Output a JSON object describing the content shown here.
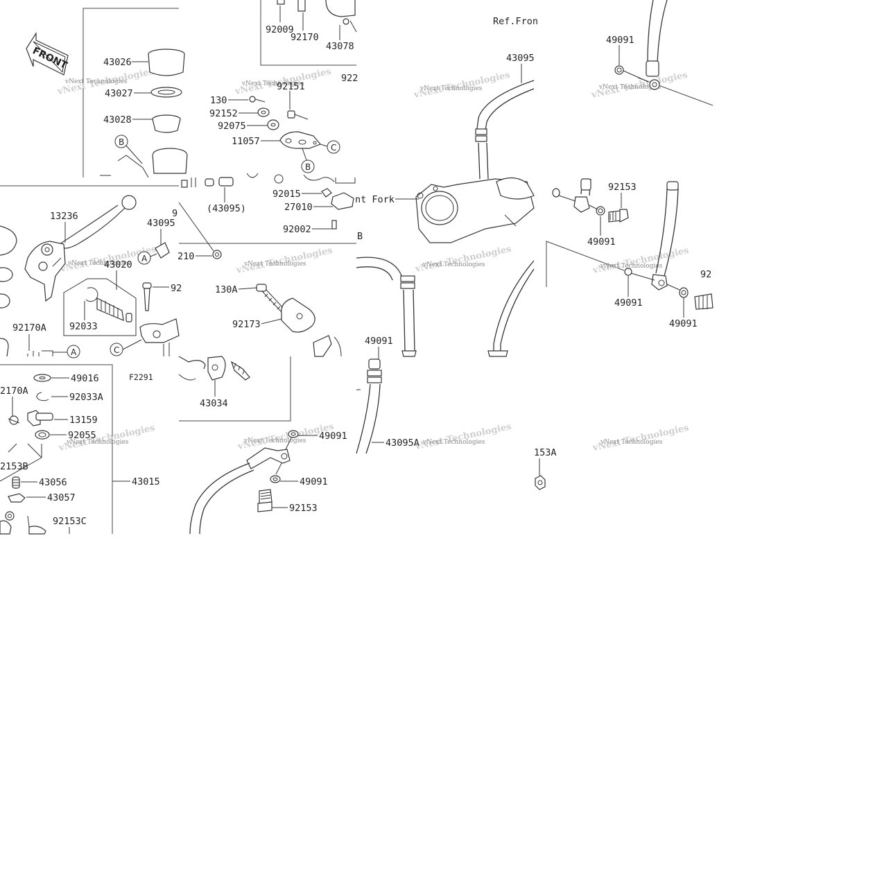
{
  "figure_code": "F2291",
  "front_badge": "FRONT",
  "references": {
    "ref_front_fork_top": "Ref.Fron",
    "ref_front_fork_mid": "nt Fork"
  },
  "watermark": "vNext Technologies",
  "callouts": {
    "a": "A",
    "b": "B",
    "c": "C"
  },
  "parts": {
    "p43026": "43026",
    "p43027": "43027",
    "p43028": "43028",
    "p13236": "13236",
    "p43095_left": "43095",
    "p43020": "43020",
    "p92033": "92033",
    "p92_cut": "92",
    "p92170A": "92170A",
    "p49016": "49016",
    "p2170A": "2170A",
    "p92033A": "92033A",
    "p13159": "13159",
    "p92055": "92055",
    "p2153B": "2153B",
    "p43056": "43056",
    "p43057": "43057",
    "p43015": "43015",
    "p92153C": "92153C",
    "p92009": "92009",
    "p92170": "92170",
    "p43078": "43078",
    "p922_cut": "922",
    "p130": "130",
    "p92151": "92151",
    "p92152": "92152",
    "p92075": "92075",
    "p11057": "11057",
    "p43095_paren": "(43095)",
    "p92015": "92015",
    "p27010": "27010",
    "p92002": "92002",
    "p9_cut": "9",
    "p210_cut": "210",
    "p130A": "130A",
    "p92173": "92173",
    "p43034": "43034",
    "p49091_a": "49091",
    "p49091_b": "49091",
    "p92153_a": "92153",
    "p43095_top": "43095",
    "p49091_mid": "49091",
    "p43095A": "43095A",
    "p49091_tr": "49091",
    "p92153_r": "92153",
    "p49091_r1": "49091",
    "p49091_r2": "49091",
    "p49091_r3": "49091",
    "p92_r_cut": "92",
    "p153A": "153A",
    "pB_cut": "B"
  }
}
